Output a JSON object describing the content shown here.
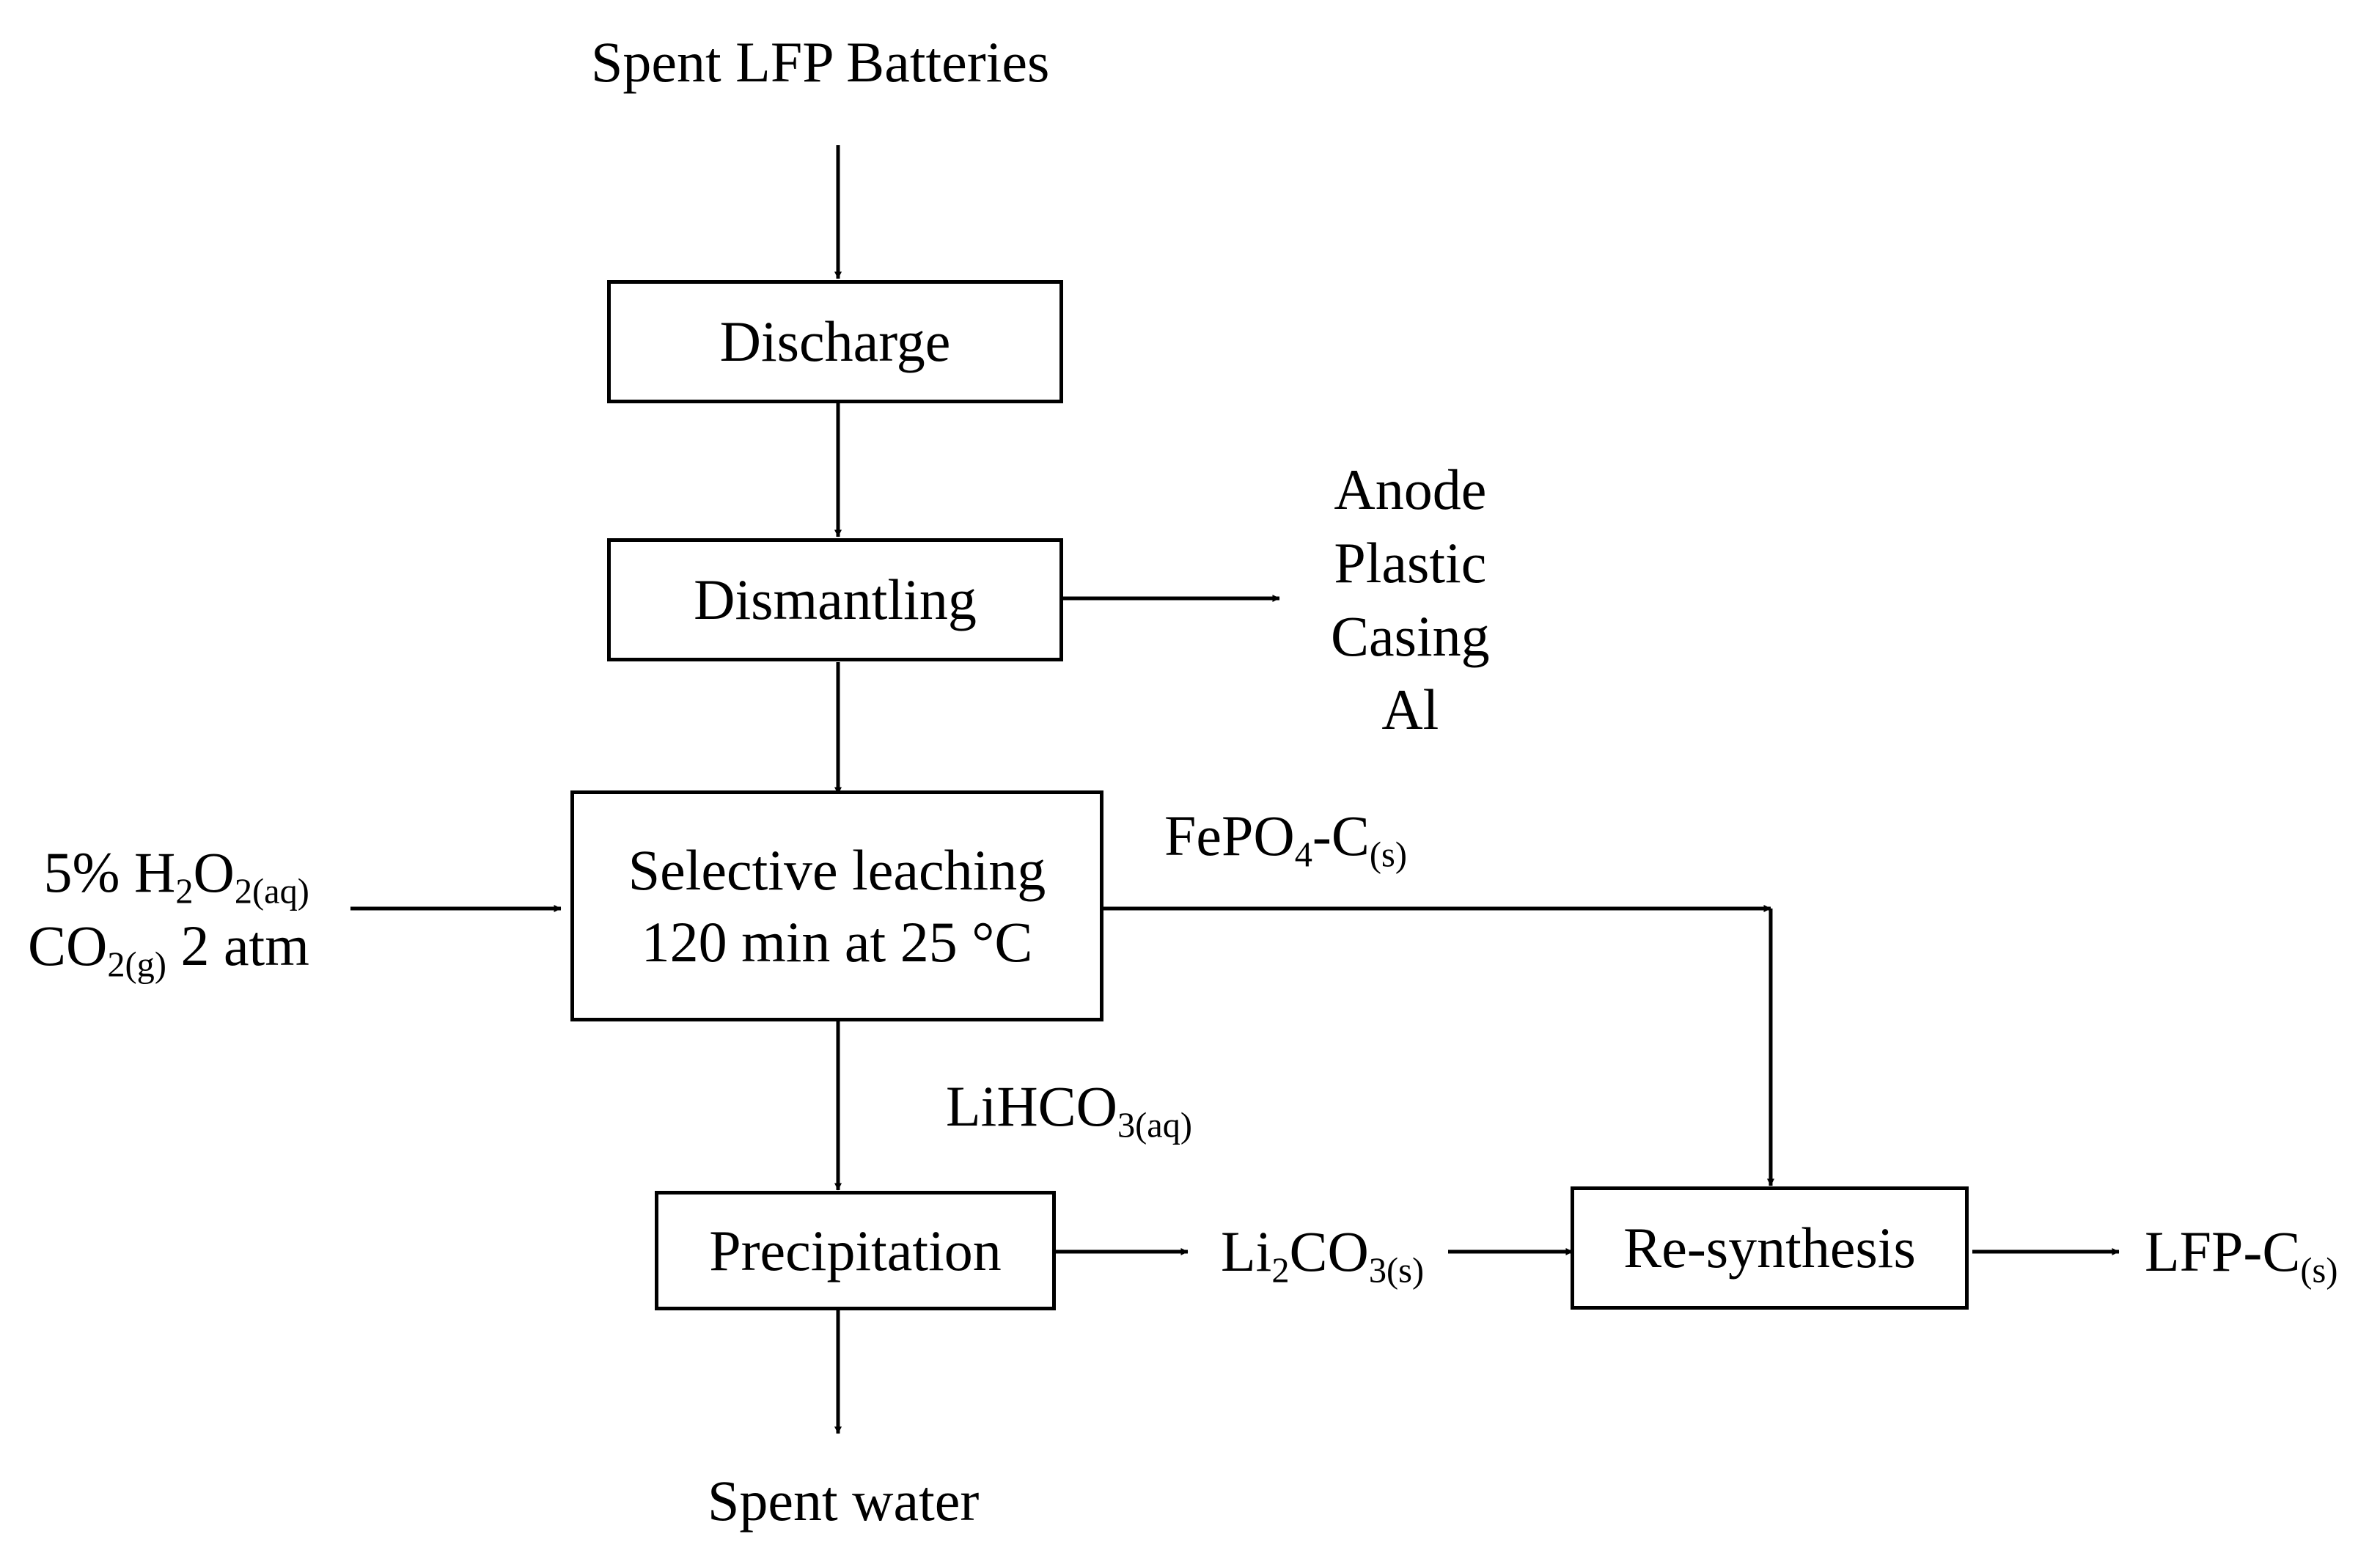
{
  "nodes": {
    "input": "Spent LFP Batteries",
    "discharge": "Discharge",
    "dismantling": "Dismantling",
    "leaching_line1": "Selective leaching",
    "leaching_line2": "120 min at 25 °C",
    "precipitation": "Precipitation",
    "resynthesis": "Re-synthesis",
    "spent_water": "Spent water"
  },
  "dismantling_outputs": [
    "Anode",
    "Plastic",
    "Casing",
    "Al"
  ],
  "reagents": {
    "h2o2_prefix": "5% H",
    "h2o2_sub1": "2",
    "h2o2_mid": "O",
    "h2o2_sub2": "2(aq)",
    "co2_prefix": "CO",
    "co2_sub": "2(g)",
    "co2_suffix": " 2 atm"
  },
  "streams": {
    "fepo4_main": "FePO",
    "fepo4_sub": "4",
    "fepo4_mid": "-C",
    "fepo4_phase": "(s)",
    "lihco3_main": "LiHCO",
    "lihco3_sub": "3(aq)",
    "li2co3_a": "Li",
    "li2co3_sub1": "2",
    "li2co3_b": "CO",
    "li2co3_sub2": "3(s)",
    "lfp_main": "LFP-C",
    "lfp_sub": "(s)"
  }
}
